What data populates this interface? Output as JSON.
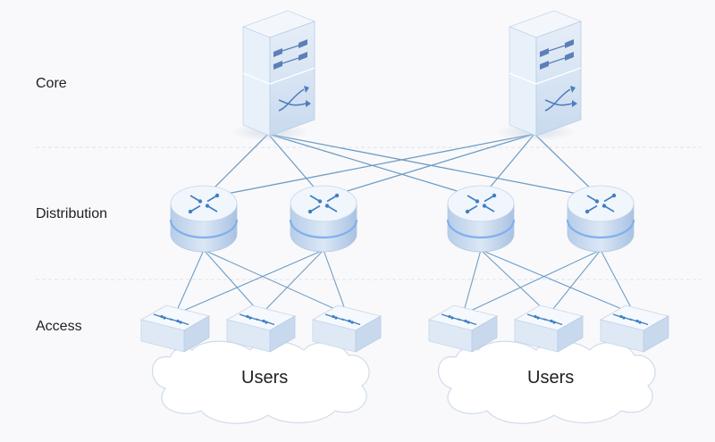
{
  "layers": {
    "core": "Core",
    "distribution": "Distribution",
    "access": "Access"
  },
  "user_groups": [
    "Users",
    "Users"
  ],
  "colors": {
    "background": "#f9f9fb",
    "link": "#6f9dc6",
    "device_top": "#eef3fa",
    "device_side": "#c3d6ec",
    "device_dark": "#9fbadc",
    "icon": "#3f7fc4",
    "ring": "#7fb0ee",
    "cloud_stroke": "#cfdbe9",
    "divider": "#dde3ea"
  },
  "icons": {
    "core": "core-switch-icon",
    "distribution": "router-icon",
    "access": "access-switch-icon",
    "cloud": "cloud-icon"
  }
}
